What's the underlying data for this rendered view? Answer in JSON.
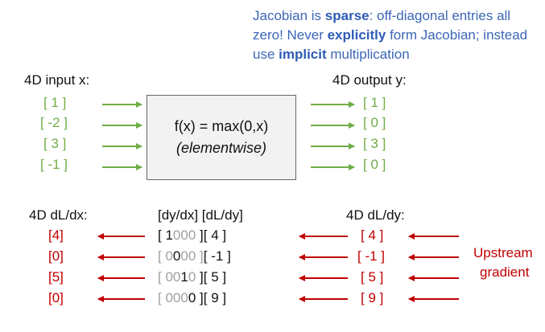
{
  "note": {
    "part1": "Jacobian is ",
    "bold1": "sparse",
    "part2": ": off-diagonal entries all zero! Never ",
    "bold2": "explicitly",
    "part3": " form Jacobian; instead use ",
    "bold3": "implicit",
    "part4": " multiplication"
  },
  "input_label": "4D input x:",
  "output_label": "4D output y:",
  "inputs": [
    "[ 1 ]",
    "[ -2 ]",
    "[ 3 ]",
    "[ -1 ]"
  ],
  "outputs": [
    "[ 1 ]",
    "[ 0 ]",
    "[ 3 ]",
    "[ 0 ]"
  ],
  "function_box": {
    "line1": "f(x) = max(0,x)",
    "line2": "(elementwise)"
  },
  "dldx_label": "4D dL/dx:",
  "dldx": [
    "[4]",
    "[0]",
    "[5]",
    "[0]"
  ],
  "jacobian_label": "[dy/dx] [dL/dy]",
  "jacobian_rows": [
    {
      "open": "[ ",
      "d": [
        "1",
        "0",
        "0",
        "0"
      ],
      "close": " ]",
      "vec": "[ 4 ]"
    },
    {
      "open": "[ ",
      "d": [
        "0",
        "0",
        "0",
        "0"
      ],
      "close": " ]",
      "vec": "[ -1 ]"
    },
    {
      "open": "[ ",
      "d": [
        "0",
        "0",
        "1",
        "0"
      ],
      "close": " ]",
      "vec": "[ 5 ]"
    },
    {
      "open": "[ ",
      "d": [
        "0",
        "0",
        "0",
        "0"
      ],
      "close": " ]",
      "vec": "[ 9 ]"
    }
  ],
  "dldy_label": "4D dL/dy:",
  "dldy": [
    "[ 4 ]",
    "[ -1 ]",
    "[ 5 ]",
    "[ 9 ]"
  ],
  "upstream": {
    "line1": "Upstream",
    "line2": "gradient"
  },
  "colors": {
    "green": "#70ad47",
    "red": "#c00000",
    "blue": "#3a66b7",
    "gray": "#a0a0a0"
  }
}
